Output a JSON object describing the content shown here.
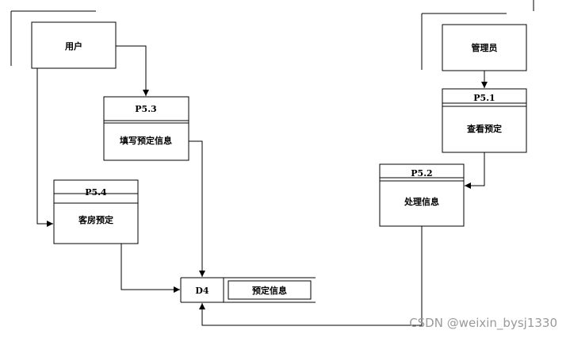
{
  "entities": {
    "user": "用户",
    "admin": "管理员"
  },
  "processes": {
    "p51": {
      "id": "P5.1",
      "name": "查看预定"
    },
    "p52": {
      "id": "P5.2",
      "name": "处理信息"
    },
    "p53": {
      "id": "P5.3",
      "name": "填写预定信息"
    },
    "p54": {
      "id": "P5.4",
      "name": "客房预定"
    }
  },
  "datastore": {
    "id": "D4",
    "name": "预定信息"
  },
  "watermark": "CSDN @weixin_bysj1330"
}
